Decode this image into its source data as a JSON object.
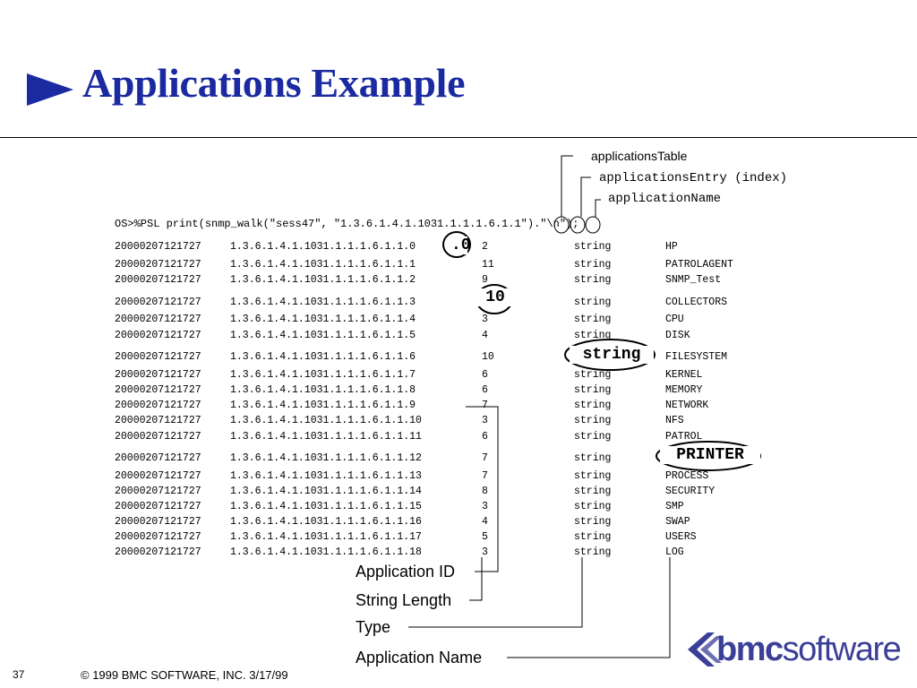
{
  "slide": {
    "title": "Applications Example",
    "accent_color": "#1b2aa0",
    "page_number": "37",
    "copyright": "© 1999 BMC SOFTWARE, INC. 3/17/99"
  },
  "labels": {
    "applications_table": "applicationsTable",
    "applications_entry": "applicationsEntry (index)",
    "application_name_field": "applicationName"
  },
  "command": "OS>%PSL print(snmp_walk(\"sess47\", \"1.3.6.1.4.1.1031.1.1.1.6.1.1\").\"\\n\");",
  "rows": [
    {
      "ts": "20000207121727",
      "oid": "1.3.6.1.4.1.1031.1.1.1.6.1.1.0",
      "len": "2",
      "type": "string",
      "value": "HP"
    },
    {
      "ts": "20000207121727",
      "oid": "1.3.6.1.4.1.1031.1.1.1.6.1.1.1",
      "len": "11",
      "type": "string",
      "value": "PATROLAGENT"
    },
    {
      "ts": "20000207121727",
      "oid": "1.3.6.1.4.1.1031.1.1.1.6.1.1.2",
      "len": "9",
      "type": "string",
      "value": "SNMP_Test"
    },
    {
      "ts": "20000207121727",
      "oid": "1.3.6.1.4.1.1031.1.1.1.6.1.1.3",
      "len": "10",
      "type": "string",
      "value": "COLLECTORS"
    },
    {
      "ts": "20000207121727",
      "oid": "1.3.6.1.4.1.1031.1.1.1.6.1.1.4",
      "len": "3",
      "type": "string",
      "value": "CPU"
    },
    {
      "ts": "20000207121727",
      "oid": "1.3.6.1.4.1.1031.1.1.1.6.1.1.5",
      "len": "4",
      "type": "string",
      "value": "DISK"
    },
    {
      "ts": "20000207121727",
      "oid": "1.3.6.1.4.1.1031.1.1.1.6.1.1.6",
      "len": "10",
      "type": "string",
      "value": "FILESYSTEM"
    },
    {
      "ts": "20000207121727",
      "oid": "1.3.6.1.4.1.1031.1.1.1.6.1.1.7",
      "len": "6",
      "type": "string",
      "value": "KERNEL"
    },
    {
      "ts": "20000207121727",
      "oid": "1.3.6.1.4.1.1031.1.1.1.6.1.1.8",
      "len": "6",
      "type": "string",
      "value": "MEMORY"
    },
    {
      "ts": "20000207121727",
      "oid": "1.3.6.1.4.1.1031.1.1.1.6.1.1.9",
      "len": "7",
      "type": "string",
      "value": "NETWORK"
    },
    {
      "ts": "20000207121727",
      "oid": "1.3.6.1.4.1.1031.1.1.1.6.1.1.10",
      "len": "3",
      "type": "string",
      "value": "NFS"
    },
    {
      "ts": "20000207121727",
      "oid": "1.3.6.1.4.1.1031.1.1.1.6.1.1.11",
      "len": "6",
      "type": "string",
      "value": "PATROL"
    },
    {
      "ts": "20000207121727",
      "oid": "1.3.6.1.4.1.1031.1.1.1.6.1.1.12",
      "len": "7",
      "type": "string",
      "value": "PRINTER"
    },
    {
      "ts": "20000207121727",
      "oid": "1.3.6.1.4.1.1031.1.1.1.6.1.1.13",
      "len": "7",
      "type": "string",
      "value": "PROCESS"
    },
    {
      "ts": "20000207121727",
      "oid": "1.3.6.1.4.1.1031.1.1.1.6.1.1.14",
      "len": "8",
      "type": "string",
      "value": "SECURITY"
    },
    {
      "ts": "20000207121727",
      "oid": "1.3.6.1.4.1.1031.1.1.1.6.1.1.15",
      "len": "3",
      "type": "string",
      "value": "SMP"
    },
    {
      "ts": "20000207121727",
      "oid": "1.3.6.1.4.1.1031.1.1.1.6.1.1.16",
      "len": "4",
      "type": "string",
      "value": "SWAP"
    },
    {
      "ts": "20000207121727",
      "oid": "1.3.6.1.4.1.1031.1.1.1.6.1.1.17",
      "len": "5",
      "type": "string",
      "value": "USERS"
    },
    {
      "ts": "20000207121727",
      "oid": "1.3.6.1.4.1.1031.1.1.1.6.1.1.18",
      "len": "3",
      "type": "string",
      "value": "LOG"
    }
  ],
  "highlights": {
    "index_zero": ".0",
    "length_ten": "10",
    "type_string": "string",
    "name_printer": "PRINTER"
  },
  "legend": {
    "application_id": "Application ID",
    "string_length": "String Length",
    "type": "Type",
    "application_name": "Application Name"
  },
  "logo": {
    "bmc": "bmc",
    "software": "software",
    "color": "#3b3f98"
  }
}
